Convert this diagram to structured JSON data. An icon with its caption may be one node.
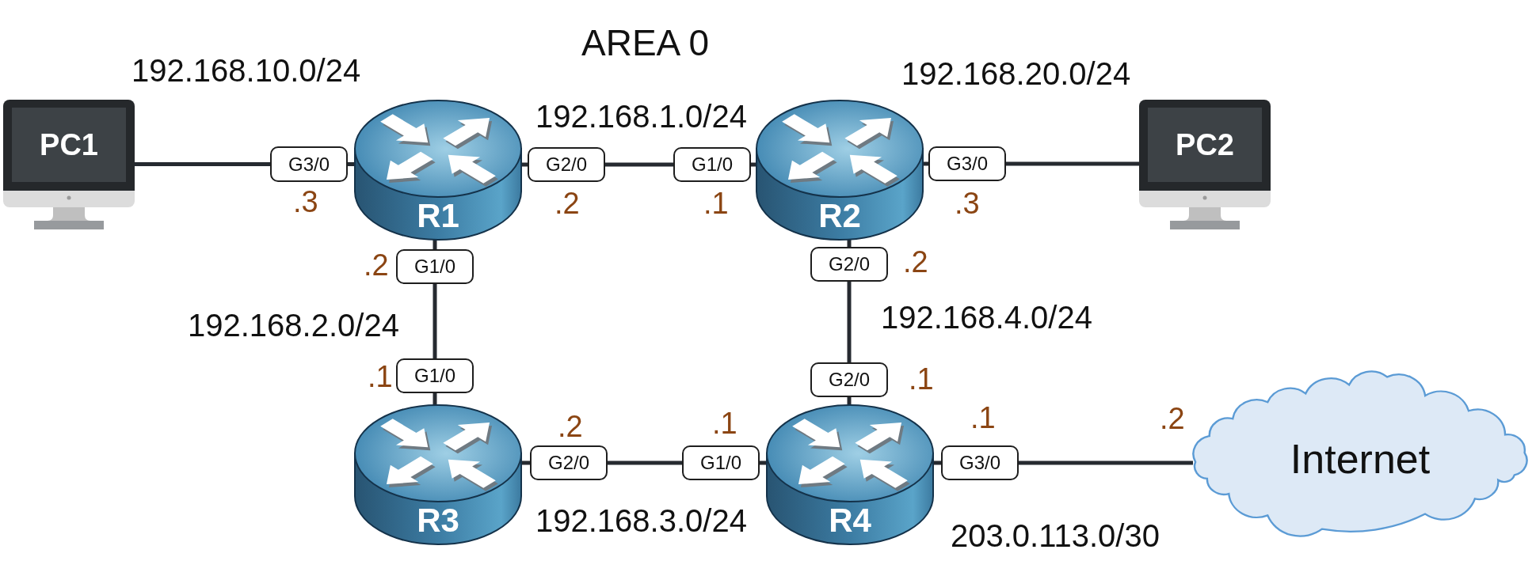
{
  "diagram": {
    "title": "AREA 0",
    "nodes": [
      {
        "text": [
          "PC1"
        ]
      },
      {
        "text": [
          "G3/0"
        ],
        "beside": [
          ".3"
        ]
      },
      {
        "text": [
          "R1"
        ]
      },
      {
        "text": [
          "G2/0"
        ],
        "beside": [
          ".2"
        ]
      },
      {
        "text": [
          "G1/0"
        ],
        "beside": [
          ".1"
        ]
      },
      {
        "text": [
          "R2"
        ]
      },
      {
        "text": [
          "G3/0"
        ],
        "beside": [
          ".3"
        ]
      },
      {
        "text": [
          "PC2"
        ]
      },
      {
        "text": [
          "G1/0"
        ],
        "beside": [
          ".2"
        ]
      },
      {
        "text": [
          "G2/0"
        ],
        "beside": [
          ".2"
        ]
      },
      {
        "text": [
          "G1/0"
        ],
        "beside": [
          ".1"
        ]
      },
      {
        "text": [
          "G2/0"
        ],
        "beside": [
          ".1"
        ]
      },
      {
        "text": [
          "R3"
        ]
      },
      {
        "text": [
          "G2/0"
        ],
        "beside": [
          ".2"
        ]
      },
      {
        "text": [
          "G1/0"
        ],
        "beside": [
          ".1"
        ]
      },
      {
        "text": [
          "R4"
        ]
      },
      {
        "text": [
          "G3/0"
        ],
        "beside": [
          ".1"
        ]
      },
      {
        "text": [
          "Internet"
        ],
        "beside": [
          ".2"
        ]
      }
    ],
    "edges": [
      {
        "from": 0,
        "to": 1,
        "arrow": "none"
      },
      {
        "from": 1,
        "to": 2,
        "arrow": "none"
      },
      {
        "from": 2,
        "to": 3,
        "arrow": "none"
      },
      {
        "from": 3,
        "to": 4,
        "arrow": "none"
      },
      {
        "from": 4,
        "to": 5,
        "arrow": "none"
      },
      {
        "from": 5,
        "to": 6,
        "arrow": "none"
      },
      {
        "from": 6,
        "to": 7,
        "arrow": "none"
      },
      {
        "from": 2,
        "to": 8,
        "arrow": "none"
      },
      {
        "from": 8,
        "to": 10,
        "arrow": "none"
      },
      {
        "from": 10,
        "to": 12,
        "arrow": "none"
      },
      {
        "from": 5,
        "to": 9,
        "arrow": "none"
      },
      {
        "from": 9,
        "to": 11,
        "arrow": "none"
      },
      {
        "from": 11,
        "to": 15,
        "arrow": "none"
      },
      {
        "from": 12,
        "to": 13,
        "arrow": "none"
      },
      {
        "from": 13,
        "to": 14,
        "arrow": "none"
      },
      {
        "from": 14,
        "to": 15,
        "arrow": "none"
      },
      {
        "from": 15,
        "to": 16,
        "arrow": "none"
      },
      {
        "from": 16,
        "to": 17,
        "arrow": "none"
      }
    ],
    "labels": [
      "192.168.10.0/24",
      "192.168.20.0/24",
      "192.168.1.0/24",
      "192.168.2.0/24",
      "192.168.4.0/24",
      "192.168.3.0/24",
      "203.0.113.0/30"
    ]
  }
}
